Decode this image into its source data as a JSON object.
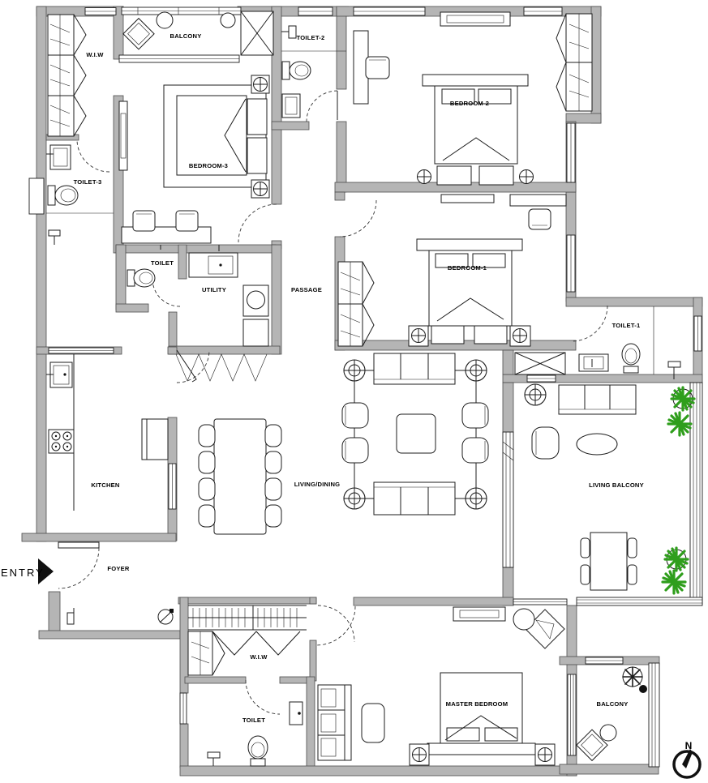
{
  "colors": {
    "wall_gray": "#b5b5b5",
    "line_black": "#1c1c1c",
    "plant_green": "#2f9e1c",
    "background": "#ffffff"
  },
  "labels": {
    "wiw_top": "W.I.W",
    "balcony_top": "BALCONY",
    "toilet2": "TOILET-2",
    "bedroom2": "BEDROOM-2",
    "bedroom3": "BEDROOM-3",
    "toilet3": "TOILET-3",
    "toilet_mid": "TOILET",
    "utility": "UTILITY",
    "passage": "PASSAGE",
    "bedroom1": "BEDROOM-1",
    "toilet1": "TOILET-1",
    "kitchen": "KITCHEN",
    "living_dining": "LIVING/DINING",
    "living_balcony": "LIVING BALCONY",
    "foyer": "FOYER",
    "entry": "ENTRY",
    "wiw_bottom": "W.I.W",
    "toilet_bottom": "TOILET",
    "master_bedroom": "MASTER BEDROOM",
    "balcony_bottom": "BALCONY",
    "north": "N"
  }
}
